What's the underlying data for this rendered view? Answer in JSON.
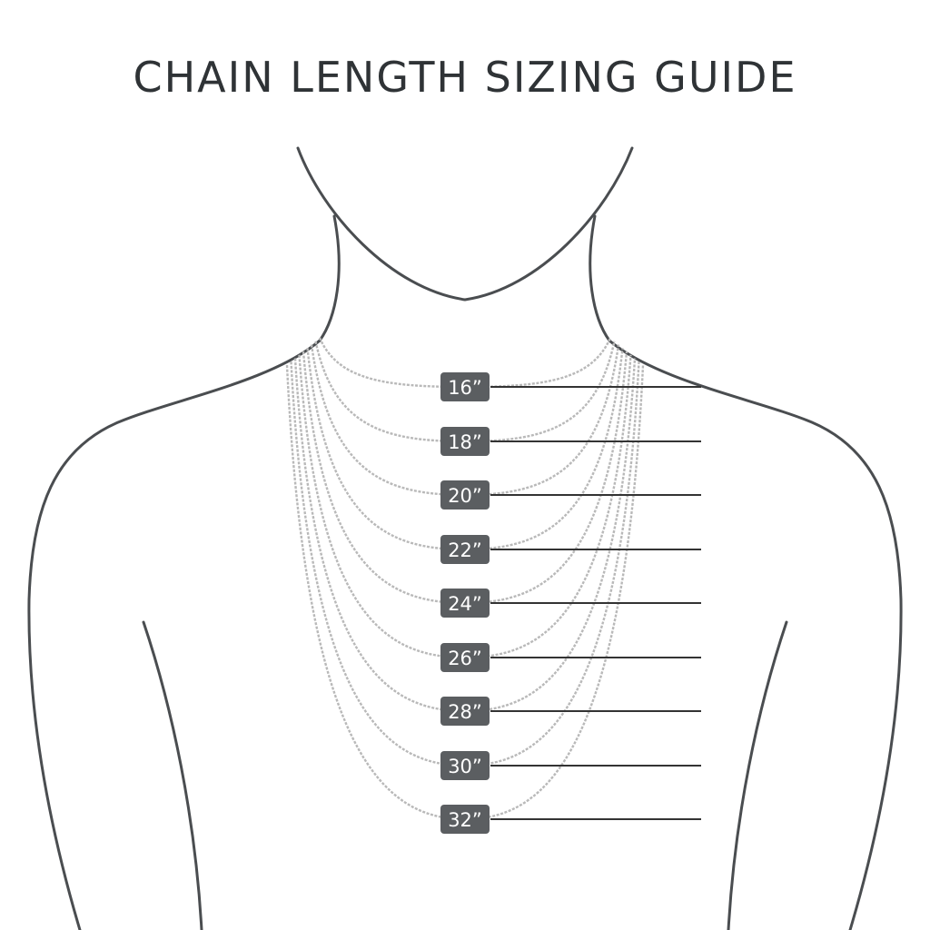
{
  "title": "CHAIN LENGTH SIZING GUIDE",
  "lengths": [
    {
      "label": "16”"
    },
    {
      "label": "18”"
    },
    {
      "label": "20”"
    },
    {
      "label": "22”"
    },
    {
      "label": "24”"
    },
    {
      "label": "26”"
    },
    {
      "label": "28”"
    },
    {
      "label": "30”"
    },
    {
      "label": "32”"
    }
  ],
  "colors": {
    "outline": "#4a4d50",
    "chain": "#b9b9b9",
    "tag": "#5b5e61",
    "leader": "#333333",
    "title": "#2f3336"
  }
}
